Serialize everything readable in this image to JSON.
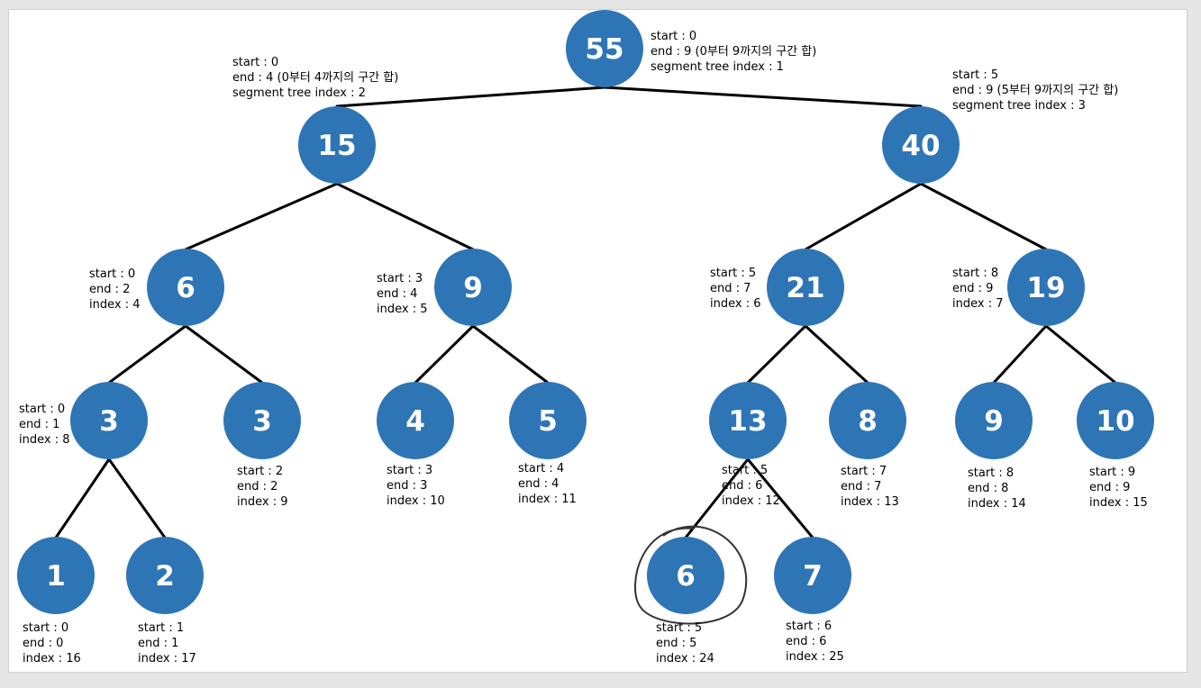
{
  "colors": {
    "node_fill": "#2e75b6",
    "node_text": "#ffffff",
    "edge": "#000000",
    "highlight_ring": "#333333"
  },
  "nodes": {
    "n1": {
      "value": "55",
      "lines": [
        "start : 0",
        "end : 9 (0부터 9까지의 구간 합)",
        "segment tree index : 1"
      ]
    },
    "n2": {
      "value": "15",
      "lines": [
        "start : 0",
        "end : 4 (0부터 4까지의 구간 합)",
        "segment tree index : 2"
      ]
    },
    "n3": {
      "value": "40",
      "lines": [
        "start : 5",
        "end : 9 (5부터 9까지의 구간 합)",
        "segment tree index : 3"
      ]
    },
    "n4": {
      "value": "6",
      "lines": [
        "start : 0",
        "end : 2",
        "index : 4"
      ]
    },
    "n5": {
      "value": "9",
      "lines": [
        "start : 3",
        "end : 4",
        "index : 5"
      ]
    },
    "n6": {
      "value": "21",
      "lines": [
        "start : 5",
        "end : 7",
        "index : 6"
      ]
    },
    "n7": {
      "value": "19",
      "lines": [
        "start : 8",
        "end : 9",
        "index : 7"
      ]
    },
    "n8": {
      "value": "3",
      "lines": [
        "start : 0",
        "end : 1",
        "index : 8"
      ]
    },
    "n9": {
      "value": "3",
      "lines": [
        "start : 2",
        "end : 2",
        "index : 9"
      ]
    },
    "n10": {
      "value": "4",
      "lines": [
        "start : 3",
        "end : 3",
        "index : 10"
      ]
    },
    "n11": {
      "value": "5",
      "lines": [
        "start : 4",
        "end : 4",
        "index : 11"
      ]
    },
    "n12": {
      "value": "13",
      "lines": [
        "start : 5",
        "end : 6",
        "index : 12"
      ]
    },
    "n13": {
      "value": "8",
      "lines": [
        "start : 7",
        "end : 7",
        "index : 13"
      ]
    },
    "n14": {
      "value": "9",
      "lines": [
        "start : 8",
        "end : 8",
        "index : 14"
      ]
    },
    "n15": {
      "value": "10",
      "lines": [
        "start : 9",
        "end : 9",
        "index : 15"
      ]
    },
    "n16": {
      "value": "1",
      "lines": [
        "start : 0",
        "end : 0",
        "index : 16"
      ]
    },
    "n17": {
      "value": "2",
      "lines": [
        "start : 1",
        "end : 1",
        "index : 17"
      ]
    },
    "n24": {
      "value": "6",
      "lines": [
        "start : 5",
        "end : 5",
        "index : 24"
      ]
    },
    "n25": {
      "value": "7",
      "lines": [
        "start : 6",
        "end : 6",
        "index : 25"
      ]
    }
  },
  "highlighted_node": "n24"
}
